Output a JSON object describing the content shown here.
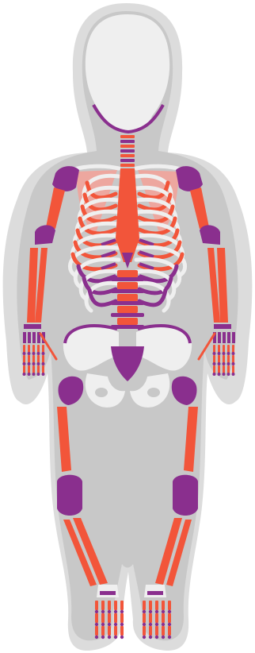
{
  "figure": {
    "palette": {
      "background": "#ffffff",
      "outer_silhouette": "#dcdcdc",
      "inner_silhouette": "#c7c7c7",
      "bone_light": "#efefef",
      "bone_orange": "#f2553a",
      "bone_purple": "#8a2f8e",
      "scapula_pink": "#f1a39a"
    },
    "regions": [
      "skull",
      "spine",
      "ribcage",
      "shoulders",
      "arms",
      "hands",
      "pelvis",
      "legs",
      "knees",
      "feet"
    ]
  }
}
